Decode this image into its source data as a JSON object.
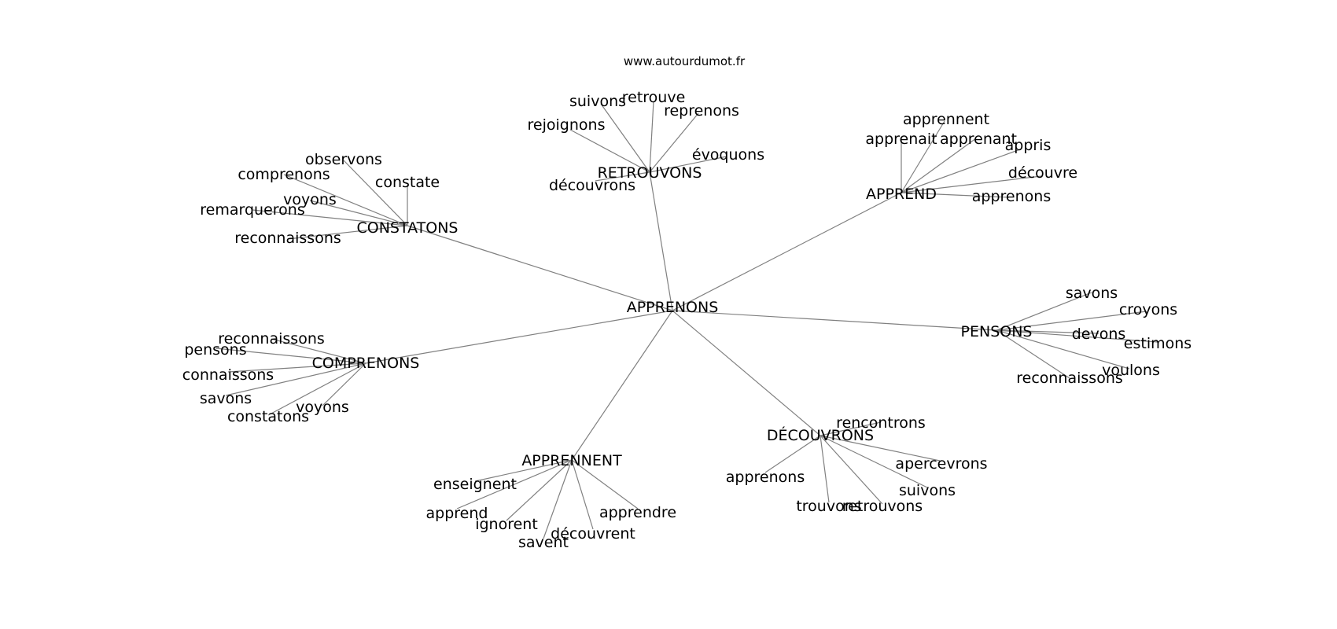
{
  "source": "www.autourdumot.fr",
  "colors": {
    "edge": "#808080",
    "text": "#000000",
    "background": "#ffffff"
  },
  "center": "APPRENONS",
  "groups": [
    {
      "hub": "RETROUVONS",
      "words": [
        "suivons",
        "retrouve",
        "reprenons",
        "rejoignons",
        "évoquons",
        "découvrons"
      ]
    },
    {
      "hub": "APPREND",
      "words": [
        "apprennent",
        "apprenait",
        "apprenant",
        "appris",
        "découvre",
        "apprenons"
      ]
    },
    {
      "hub": "CONSTATONS",
      "words": [
        "observons",
        "comprenons",
        "constate",
        "voyons",
        "remarquerons",
        "reconnaissons"
      ]
    },
    {
      "hub": "PENSONS",
      "words": [
        "savons",
        "croyons",
        "devons",
        "estimons",
        "voulons",
        "reconnaissons"
      ]
    },
    {
      "hub": "COMPRENONS",
      "words": [
        "reconnaissons",
        "pensons",
        "connaissons",
        "savons",
        "voyons",
        "constatons"
      ]
    },
    {
      "hub": "DÉCOUVRONS",
      "words": [
        "rencontrons",
        "apercevrons",
        "suivons",
        "apprenons",
        "trouvons",
        "retrouvons"
      ]
    },
    {
      "hub": "APPRENNENT",
      "words": [
        "enseignent",
        "apprend",
        "ignorent",
        "apprendre",
        "découvrent",
        "savent"
      ]
    }
  ]
}
